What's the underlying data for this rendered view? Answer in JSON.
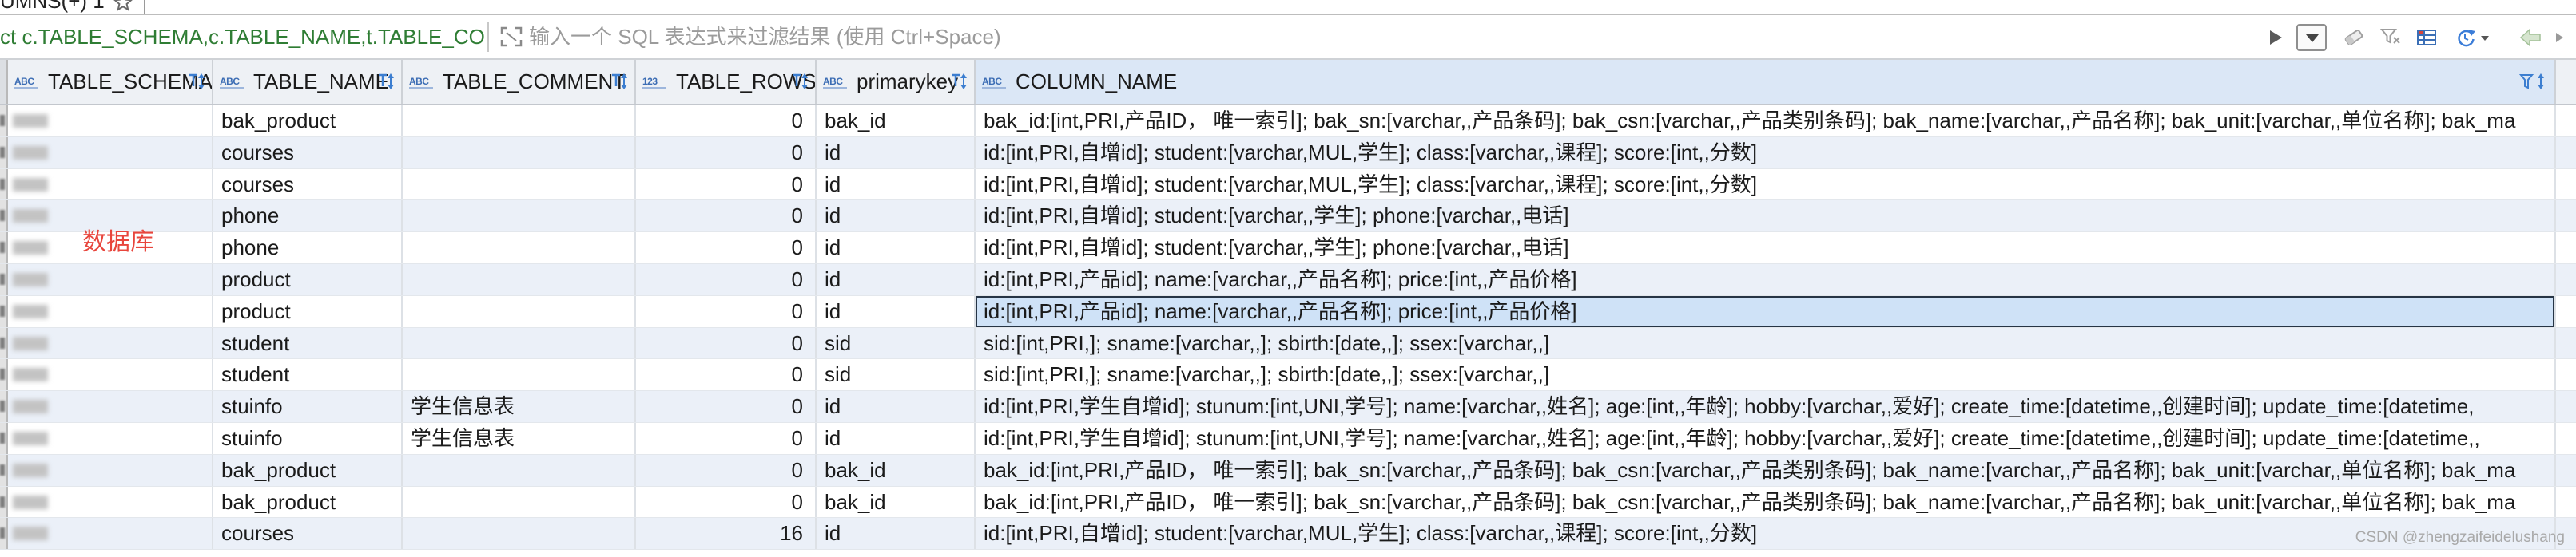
{
  "tab": {
    "title": "UMNS(+) 1",
    "icon": "star-outline-icon"
  },
  "filter": {
    "query_text": "ct c.TABLE_SCHEMA,c.TABLE_NAME,t.TABLE_COM",
    "placeholder": "输入一个 SQL 表达式来过滤结果 (使用 Ctrl+Space)",
    "expand_icon": "expand-icon"
  },
  "toolbar": {
    "icons": [
      "play-icon",
      "chevron-down-icon",
      "eraser-icon",
      "filter-clear-icon",
      "table-settings-icon",
      "history-icon",
      "back-arrow-icon",
      "forward-arrow-icon"
    ]
  },
  "grid": {
    "columns": [
      {
        "key": "table_schema",
        "label": "TABLE_SCHEMA",
        "type_label": "ABC"
      },
      {
        "key": "table_name",
        "label": "TABLE_NAME",
        "type_label": "ABC"
      },
      {
        "key": "table_comment",
        "label": "TABLE_COMMENT",
        "type_label": "ABC"
      },
      {
        "key": "table_rows",
        "label": "TABLE_ROWS",
        "type_label": "123"
      },
      {
        "key": "primarykey",
        "label": "primarykey",
        "type_label": "ABC"
      },
      {
        "key": "column_name",
        "label": "COLUMN_NAME",
        "type_label": "ABC"
      }
    ],
    "rows": [
      {
        "table_name": "bak_product",
        "table_comment": "",
        "table_rows": "0",
        "primarykey": "bak_id",
        "column_name": "bak_id:[int,PRI,产品ID， 唯一索引]; bak_sn:[varchar,,产品条码]; bak_csn:[varchar,,产品类别条码]; bak_name:[varchar,,产品名称]; bak_unit:[varchar,,单位名称]; bak_ma"
      },
      {
        "table_name": "courses",
        "table_comment": "",
        "table_rows": "0",
        "primarykey": "id",
        "column_name": "id:[int,PRI,自增id]; student:[varchar,MUL,学生]; class:[varchar,,课程]; score:[int,,分数]"
      },
      {
        "table_name": "courses",
        "table_comment": "",
        "table_rows": "0",
        "primarykey": "id",
        "column_name": "id:[int,PRI,自增id]; student:[varchar,MUL,学生]; class:[varchar,,课程]; score:[int,,分数]"
      },
      {
        "table_name": "phone",
        "table_comment": "",
        "table_rows": "0",
        "primarykey": "id",
        "column_name": "id:[int,PRI,自增id]; student:[varchar,,学生]; phone:[varchar,,电话]"
      },
      {
        "table_name": "phone",
        "table_comment": "",
        "table_rows": "0",
        "primarykey": "id",
        "column_name": "id:[int,PRI,自增id]; student:[varchar,,学生]; phone:[varchar,,电话]"
      },
      {
        "table_name": "product",
        "table_comment": "",
        "table_rows": "0",
        "primarykey": "id",
        "column_name": "id:[int,PRI,产品id]; name:[varchar,,产品名称]; price:[int,,产品价格]"
      },
      {
        "table_name": "product",
        "table_comment": "",
        "table_rows": "0",
        "primarykey": "id",
        "column_name": "id:[int,PRI,产品id]; name:[varchar,,产品名称]; price:[int,,产品价格]"
      },
      {
        "table_name": "student",
        "table_comment": "",
        "table_rows": "0",
        "primarykey": "sid",
        "column_name": "sid:[int,PRI,]; sname:[varchar,,]; sbirth:[date,,]; ssex:[varchar,,]"
      },
      {
        "table_name": "student",
        "table_comment": "",
        "table_rows": "0",
        "primarykey": "sid",
        "column_name": "sid:[int,PRI,]; sname:[varchar,,]; sbirth:[date,,]; ssex:[varchar,,]"
      },
      {
        "table_name": "stuinfo",
        "table_comment": "学生信息表",
        "table_rows": "0",
        "primarykey": "id",
        "column_name": "id:[int,PRI,学生自增id]; stunum:[int,UNI,学号]; name:[varchar,,姓名]; age:[int,,年龄]; hobby:[varchar,,爱好]; create_time:[datetime,,创建时间]; update_time:[datetime,"
      },
      {
        "table_name": "stuinfo",
        "table_comment": "学生信息表",
        "table_rows": "0",
        "primarykey": "id",
        "column_name": "id:[int,PRI,学生自增id]; stunum:[int,UNI,学号]; name:[varchar,,姓名]; age:[int,,年龄]; hobby:[varchar,,爱好]; create_time:[datetime,,创建时间]; update_time:[datetime,,"
      },
      {
        "table_name": "bak_product",
        "table_comment": "",
        "table_rows": "0",
        "primarykey": "bak_id",
        "column_name": "bak_id:[int,PRI,产品ID， 唯一索引]; bak_sn:[varchar,,产品条码]; bak_csn:[varchar,,产品类别条码]; bak_name:[varchar,,产品名称]; bak_unit:[varchar,,单位名称]; bak_ma"
      },
      {
        "table_name": "bak_product",
        "table_comment": "",
        "table_rows": "0",
        "primarykey": "bak_id",
        "column_name": "bak_id:[int,PRI,产品ID， 唯一索引]; bak_sn:[varchar,,产品条码]; bak_csn:[varchar,,产品类别条码]; bak_name:[varchar,,产品名称]; bak_unit:[varchar,,单位名称]; bak_ma"
      },
      {
        "table_name": "courses",
        "table_comment": "",
        "table_rows": "16",
        "primarykey": "id",
        "column_name": "id:[int,PRI,自增id]; student:[varchar,MUL,学生]; class:[varchar,,课程]; score:[int,,分数]"
      }
    ],
    "selected_cell": {
      "row": 6,
      "column": "column_name"
    }
  },
  "annotation": {
    "text": "数据库"
  },
  "watermark": "CSDN @zhengzaifeidelushang",
  "colors": {
    "accent": "#3c6db4",
    "query_text": "#2f7d34",
    "selected_cell": "#cfe2f7",
    "alt_row": "#ebf0f8",
    "annotation": "#e8453c",
    "watermark": "#a9a9a9"
  }
}
